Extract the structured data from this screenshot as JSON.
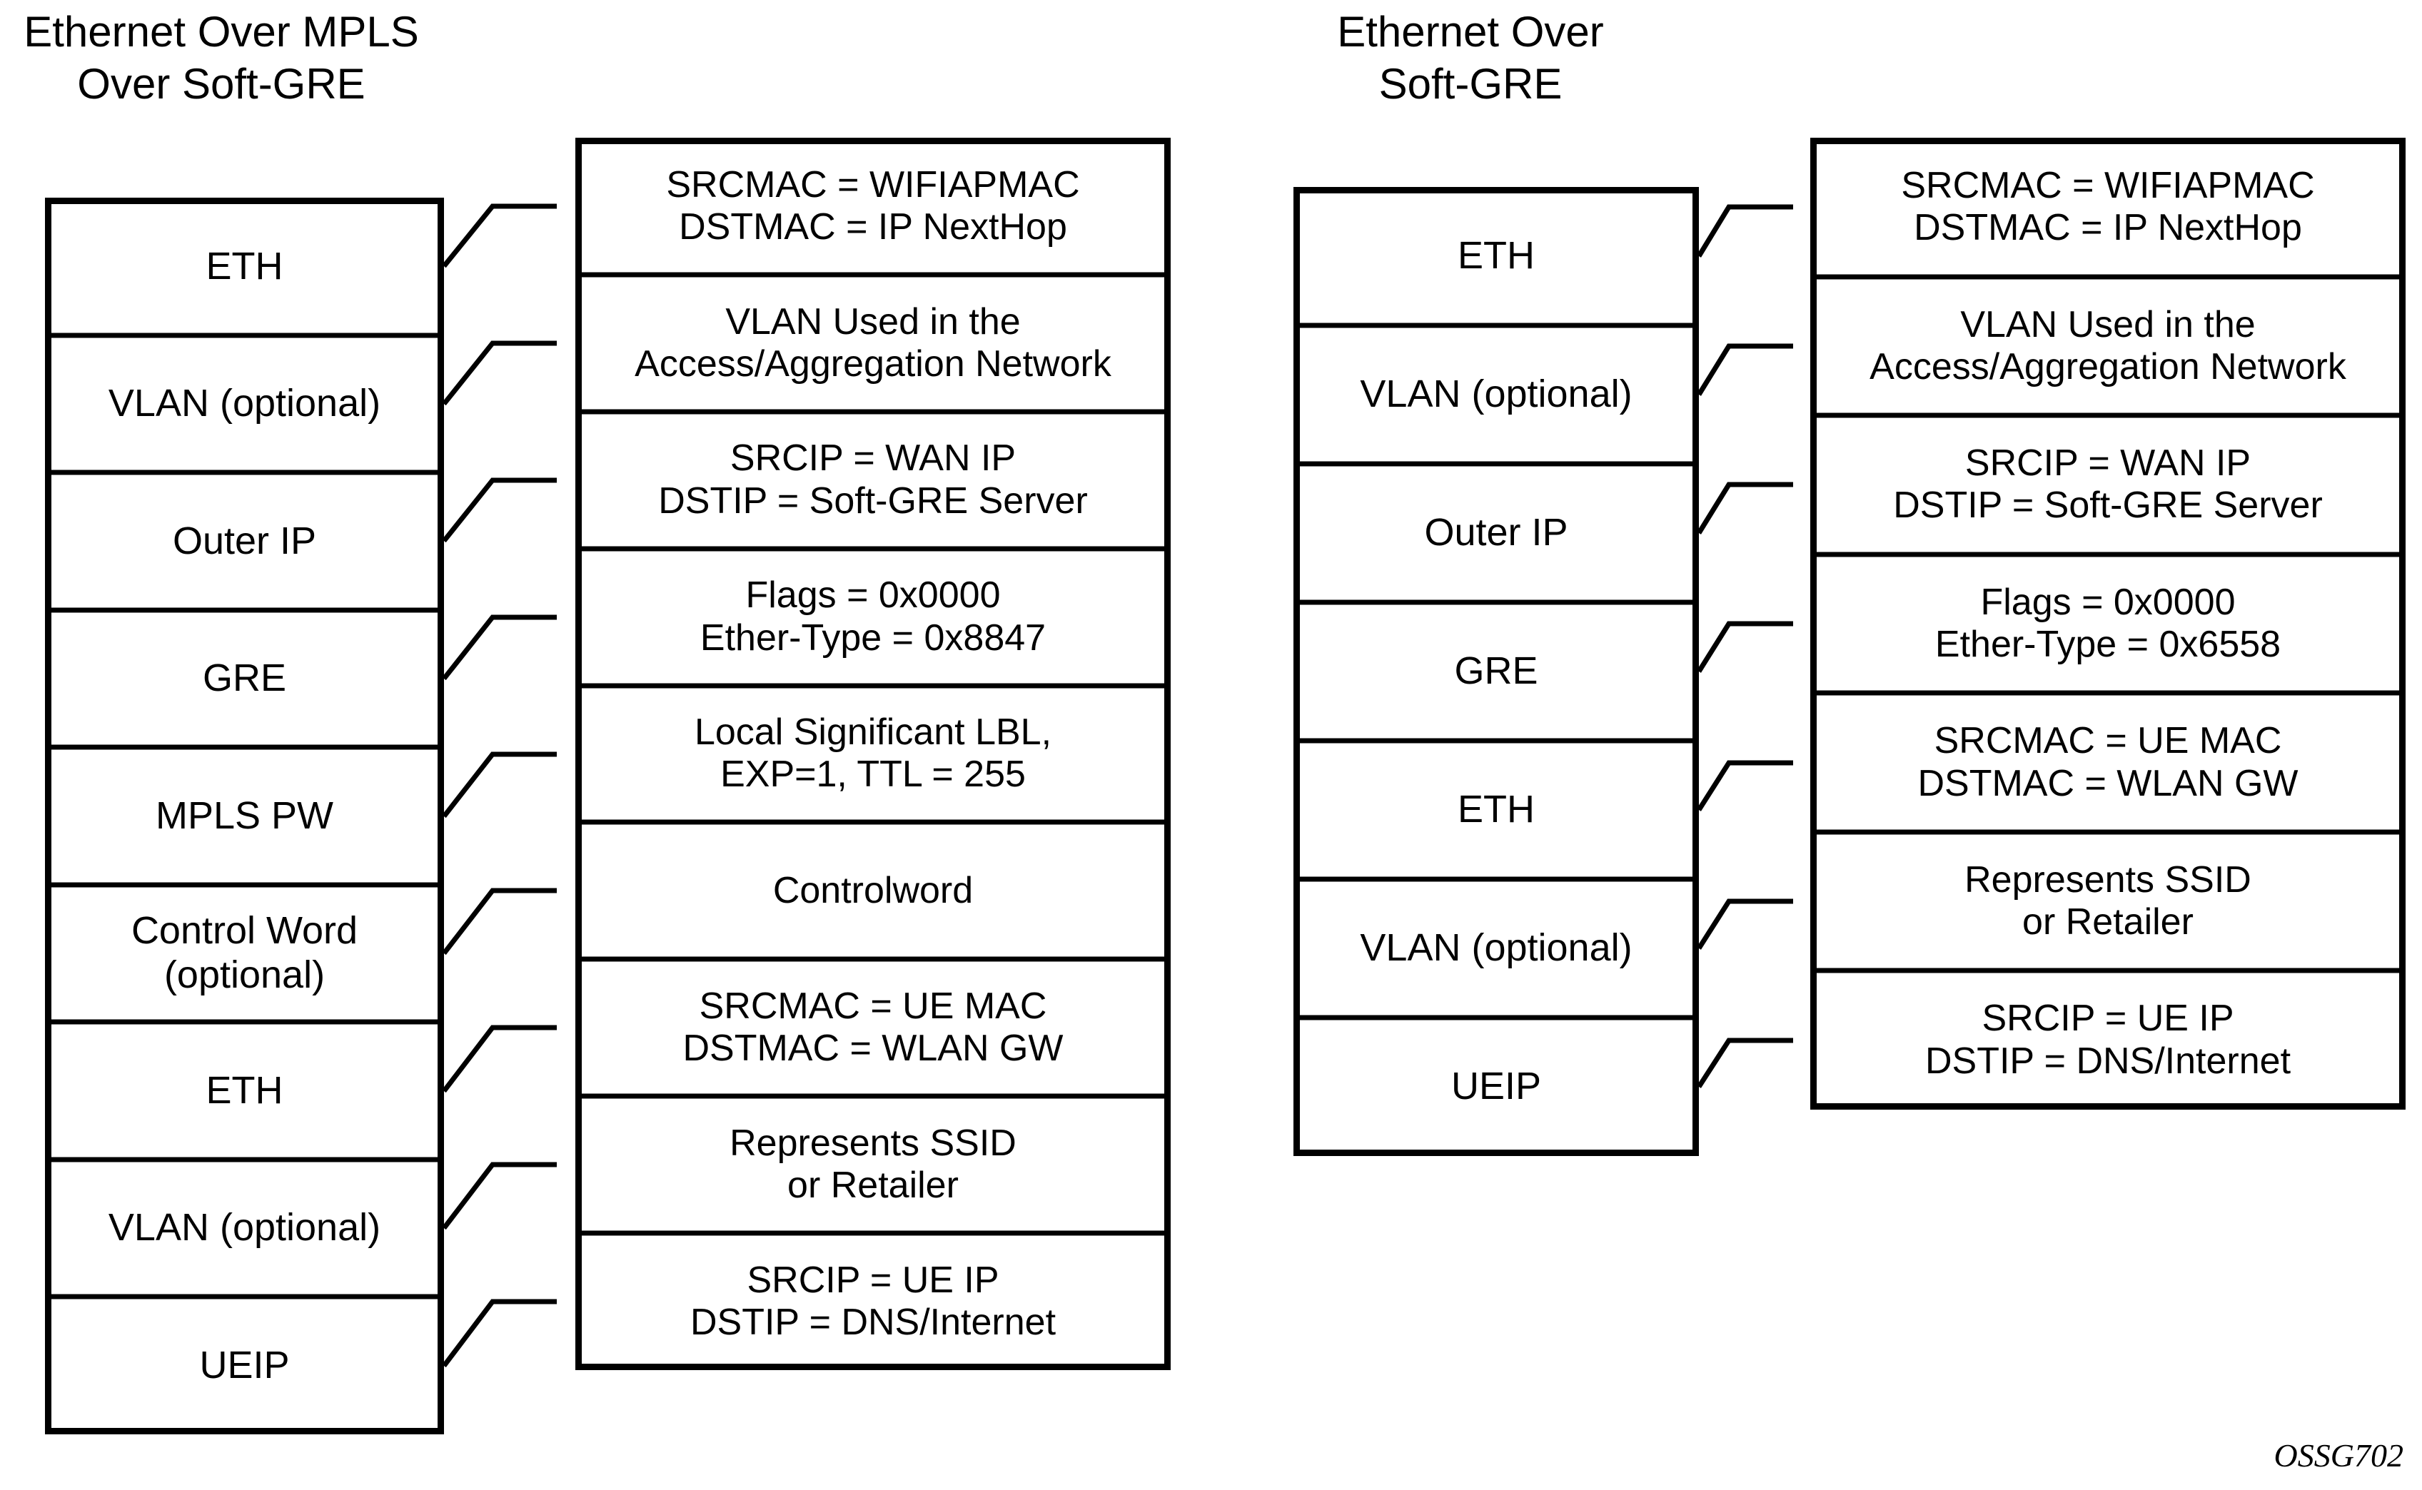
{
  "figure": {
    "code": "OSSG702"
  },
  "panels": [
    {
      "id": "left",
      "title": "Ethernet Over MPLS\nOver Soft-GRE",
      "stack_layers": [
        {
          "label": "ETH"
        },
        {
          "label": "VLAN (optional)"
        },
        {
          "label": "Outer IP"
        },
        {
          "label": "GRE"
        },
        {
          "label": "MPLS PW"
        },
        {
          "label": "Control Word\n(optional)"
        },
        {
          "label": "ETH"
        },
        {
          "label": "VLAN (optional)"
        },
        {
          "label": "UEIP"
        }
      ],
      "descriptions": [
        {
          "text": "SRCMAC = WIFIAPMAC\nDSTMAC = IP NextHop"
        },
        {
          "text": "VLAN Used in the\nAccess/Aggregation Network"
        },
        {
          "text": "SRCIP = WAN IP\nDSTIP = Soft-GRE Server"
        },
        {
          "text": "Flags = 0x0000\nEther-Type = 0x8847"
        },
        {
          "text": "Local Significant LBL,\nEXP=1, TTL = 255"
        },
        {
          "text": "Controlword"
        },
        {
          "text": "SRCMAC = UE MAC\nDSTMAC = WLAN GW"
        },
        {
          "text": "Represents SSID\nor Retailer"
        },
        {
          "text": "SRCIP = UE IP\nDSTIP = DNS/Internet"
        }
      ]
    },
    {
      "id": "right",
      "title": "Ethernet Over\nSoft-GRE",
      "stack_layers": [
        {
          "label": "ETH"
        },
        {
          "label": "VLAN (optional)"
        },
        {
          "label": "Outer IP"
        },
        {
          "label": "GRE"
        },
        {
          "label": "ETH"
        },
        {
          "label": "VLAN (optional)"
        },
        {
          "label": "UEIP"
        }
      ],
      "descriptions": [
        {
          "text": "SRCMAC = WIFIAPMAC\nDSTMAC = IP NextHop"
        },
        {
          "text": "VLAN Used in the\nAccess/Aggregation Network"
        },
        {
          "text": "SRCIP = WAN IP\nDSTIP = Soft-GRE Server"
        },
        {
          "text": "Flags = 0x0000\nEther-Type = 0x6558"
        },
        {
          "text": "SRCMAC = UE MAC\nDSTMAC = WLAN GW"
        },
        {
          "text": "Represents SSID\nor Retailer"
        },
        {
          "text": "SRCIP = UE IP\nDSTIP = DNS/Internet"
        }
      ]
    }
  ],
  "colors": {
    "stroke": "#000000",
    "fill": "#ffffff",
    "background": "#ffffff"
  }
}
